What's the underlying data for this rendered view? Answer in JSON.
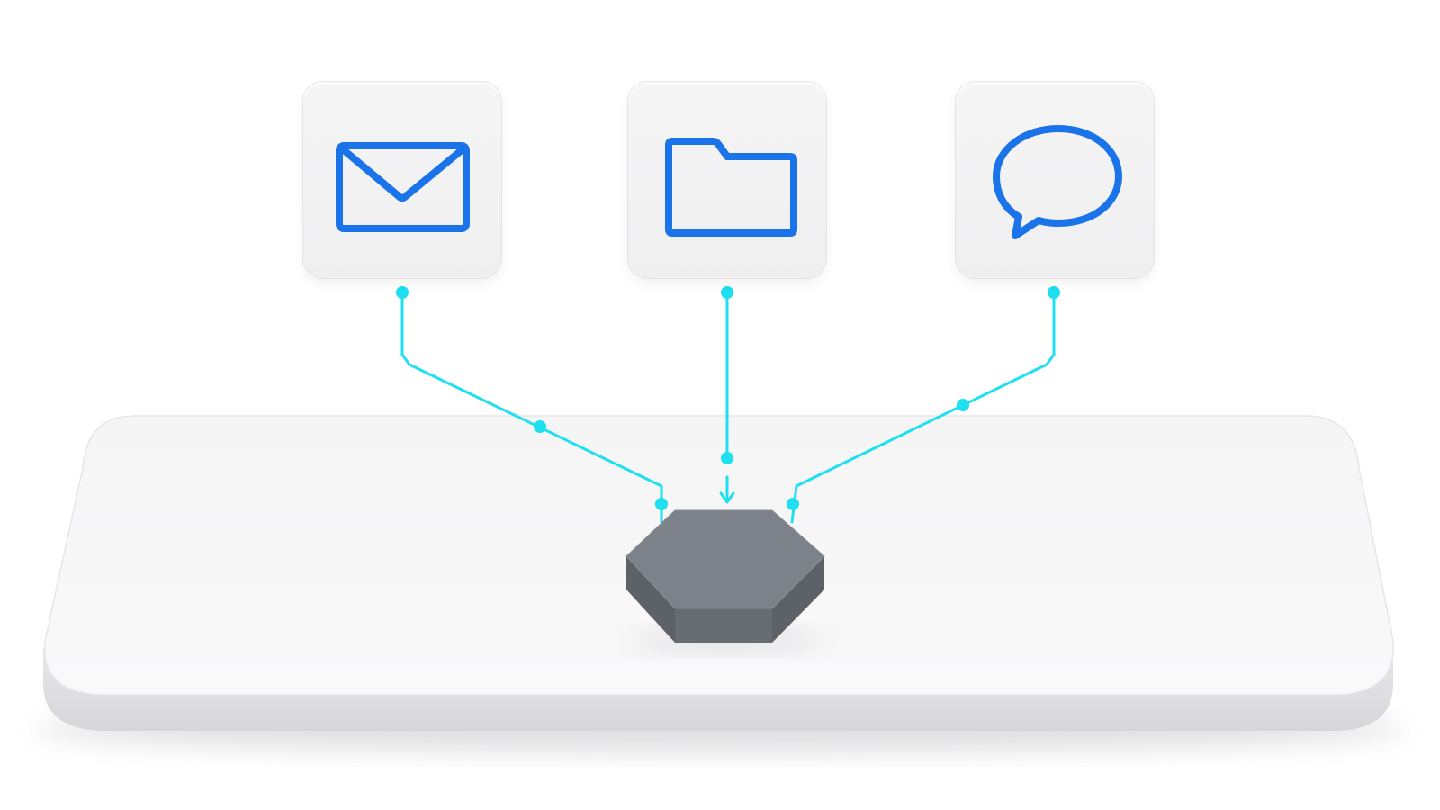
{
  "diagram": {
    "sources": [
      {
        "id": "mail",
        "icon": "mail-icon"
      },
      {
        "id": "folder",
        "icon": "folder-icon"
      },
      {
        "id": "chat",
        "icon": "chat-bubble-icon"
      }
    ],
    "hub": {
      "icon": "hexagon-hub-icon"
    },
    "colors": {
      "icon_stroke": "#1a73e8",
      "connector": "#1ee0f0",
      "hub_top": "#7d828a",
      "hub_side": "#5d6168",
      "platform": "#f6f6f7",
      "platform_edge": "#e3e3e5",
      "tile_bg": "#f2f2f3"
    }
  }
}
